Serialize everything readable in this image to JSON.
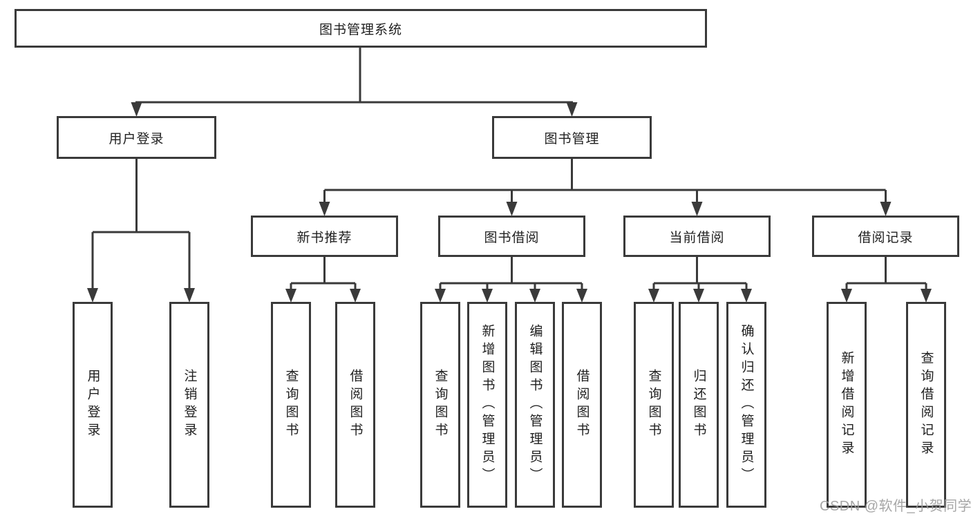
{
  "diagram": {
    "title_node": {
      "label": "图书管理系统"
    },
    "level2": [
      {
        "label": "用户登录"
      },
      {
        "label": "图书管理"
      }
    ],
    "level3": [
      {
        "label": "新书推荐"
      },
      {
        "label": "图书借阅"
      },
      {
        "label": "当前借阅"
      },
      {
        "label": "借阅记录"
      }
    ],
    "leaves": {
      "user_login": [
        "用户登录",
        "注销登录"
      ],
      "new_book": [
        "查询图书",
        "借阅图书"
      ],
      "book_borrow": [
        "查询图书",
        "新增图书（管理员）",
        "编辑图书（管理员）",
        "借阅图书"
      ],
      "current_borrow": [
        "查询图书",
        "归还图书",
        "确认归还（管理员）"
      ],
      "borrow_record": [
        "新增借阅记录",
        "查询借阅记录"
      ]
    }
  },
  "watermark": {
    "text": "CSDN @软件_小贺同学"
  },
  "colors": {
    "line": "#3a3a3a",
    "text": "#1f1f1f",
    "watermark": "#9c9c9c",
    "background": "#ffffff"
  }
}
